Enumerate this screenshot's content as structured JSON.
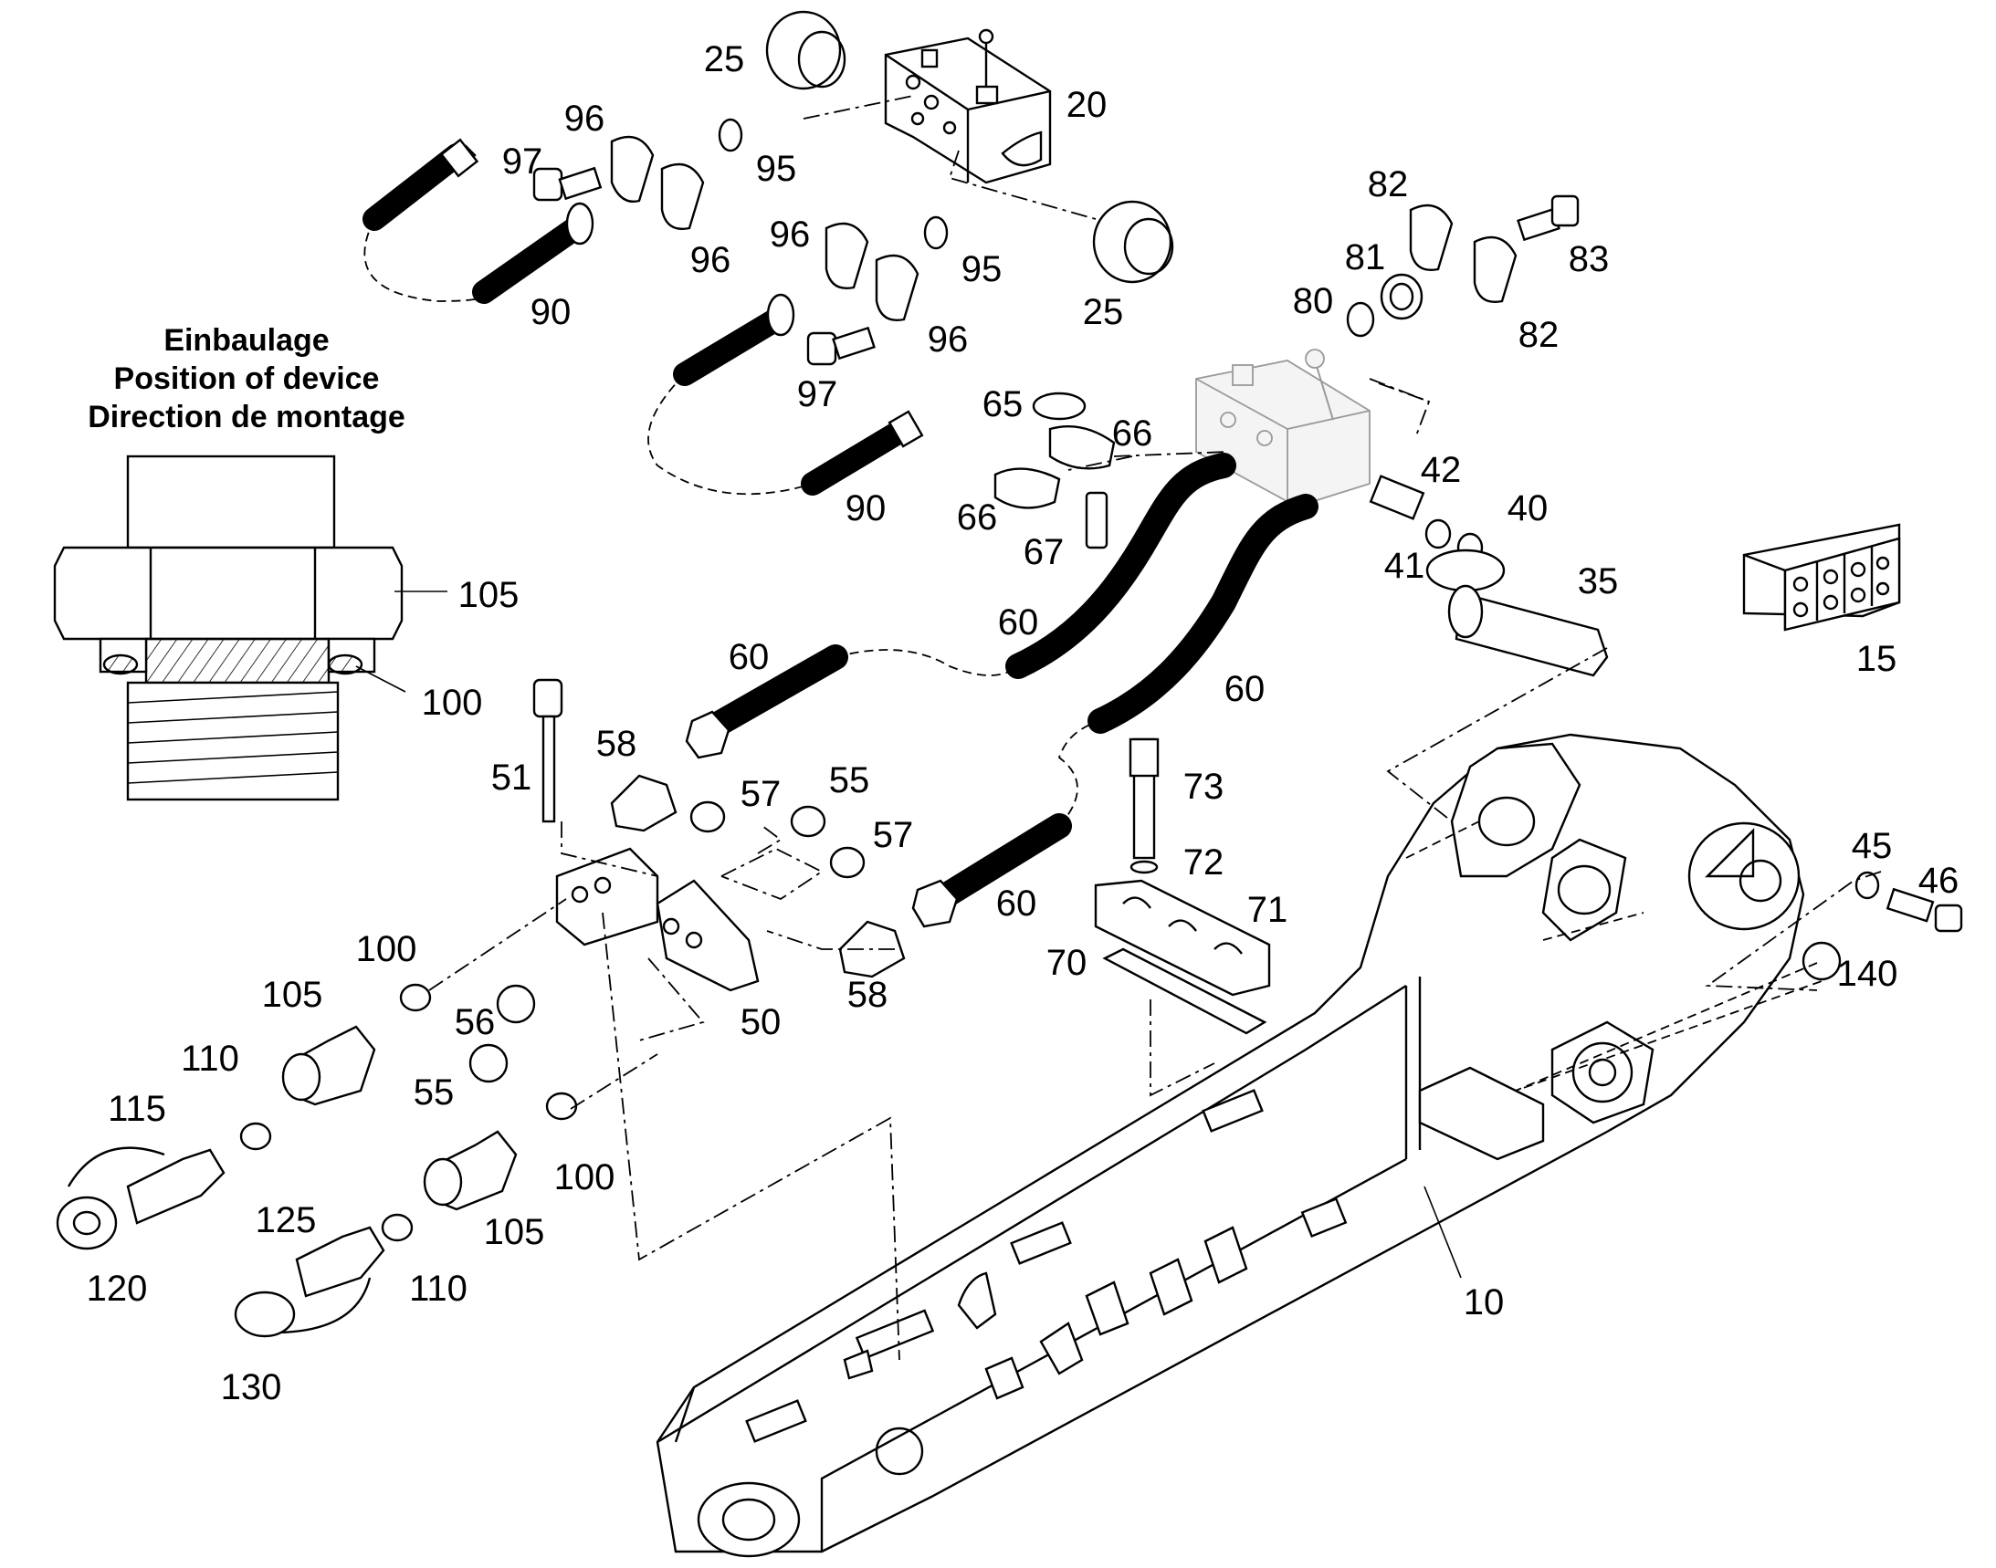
{
  "installation_note": {
    "lines": [
      "Einbaulage",
      "Position of device",
      "Direction de montage"
    ]
  },
  "callouts": [
    {
      "id": "c25a",
      "text": "25"
    },
    {
      "id": "c20",
      "text": "20"
    },
    {
      "id": "c96a",
      "text": "96"
    },
    {
      "id": "c97a",
      "text": "97"
    },
    {
      "id": "c95a",
      "text": "95"
    },
    {
      "id": "c96b",
      "text": "96"
    },
    {
      "id": "c96c",
      "text": "96"
    },
    {
      "id": "c95b",
      "text": "95"
    },
    {
      "id": "c90a",
      "text": "90"
    },
    {
      "id": "c96d",
      "text": "96"
    },
    {
      "id": "c25b",
      "text": "25"
    },
    {
      "id": "c82a",
      "text": "82"
    },
    {
      "id": "c81",
      "text": "81"
    },
    {
      "id": "c83",
      "text": "83"
    },
    {
      "id": "c80",
      "text": "80"
    },
    {
      "id": "c82b",
      "text": "82"
    },
    {
      "id": "c97b",
      "text": "97"
    },
    {
      "id": "c65",
      "text": "65"
    },
    {
      "id": "c66a",
      "text": "66"
    },
    {
      "id": "c90b",
      "text": "90"
    },
    {
      "id": "c66b",
      "text": "66"
    },
    {
      "id": "c67",
      "text": "67"
    },
    {
      "id": "c42",
      "text": "42"
    },
    {
      "id": "c40",
      "text": "40"
    },
    {
      "id": "c41",
      "text": "41"
    },
    {
      "id": "c35",
      "text": "35"
    },
    {
      "id": "c60a",
      "text": "60"
    },
    {
      "id": "c60b",
      "text": "60"
    },
    {
      "id": "c60c",
      "text": "60"
    },
    {
      "id": "c60d",
      "text": "60"
    },
    {
      "id": "c15",
      "text": "15"
    },
    {
      "id": "c105a",
      "text": "105"
    },
    {
      "id": "c100a",
      "text": "100"
    },
    {
      "id": "c51",
      "text": "51"
    },
    {
      "id": "c58a",
      "text": "58"
    },
    {
      "id": "c57a",
      "text": "57"
    },
    {
      "id": "c55a",
      "text": "55"
    },
    {
      "id": "c57b",
      "text": "57"
    },
    {
      "id": "c73",
      "text": "73"
    },
    {
      "id": "c72",
      "text": "72"
    },
    {
      "id": "c71",
      "text": "71"
    },
    {
      "id": "c70",
      "text": "70"
    },
    {
      "id": "c45",
      "text": "45"
    },
    {
      "id": "c46",
      "text": "46"
    },
    {
      "id": "c140",
      "text": "140"
    },
    {
      "id": "c100b",
      "text": "100"
    },
    {
      "id": "c105b",
      "text": "105"
    },
    {
      "id": "c56",
      "text": "56"
    },
    {
      "id": "c50",
      "text": "50"
    },
    {
      "id": "c58b",
      "text": "58"
    },
    {
      "id": "c110a",
      "text": "110"
    },
    {
      "id": "c55b",
      "text": "55"
    },
    {
      "id": "c115",
      "text": "115"
    },
    {
      "id": "c100c",
      "text": "100"
    },
    {
      "id": "c125",
      "text": "125"
    },
    {
      "id": "c105c",
      "text": "105"
    },
    {
      "id": "c120",
      "text": "120"
    },
    {
      "id": "c110b",
      "text": "110"
    },
    {
      "id": "c130",
      "text": "130"
    },
    {
      "id": "c10",
      "text": "10"
    }
  ]
}
